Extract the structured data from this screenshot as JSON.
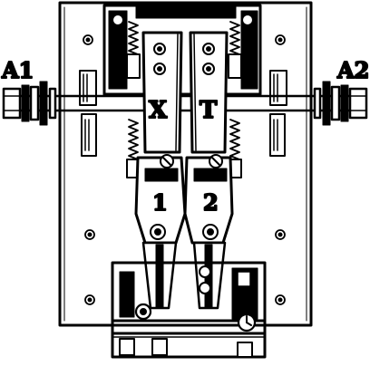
{
  "labels": {
    "terminal_left": "A1",
    "terminal_right": "A2",
    "arm_left": "X",
    "arm_right": "T",
    "contact_left": "1",
    "contact_right": "2"
  }
}
